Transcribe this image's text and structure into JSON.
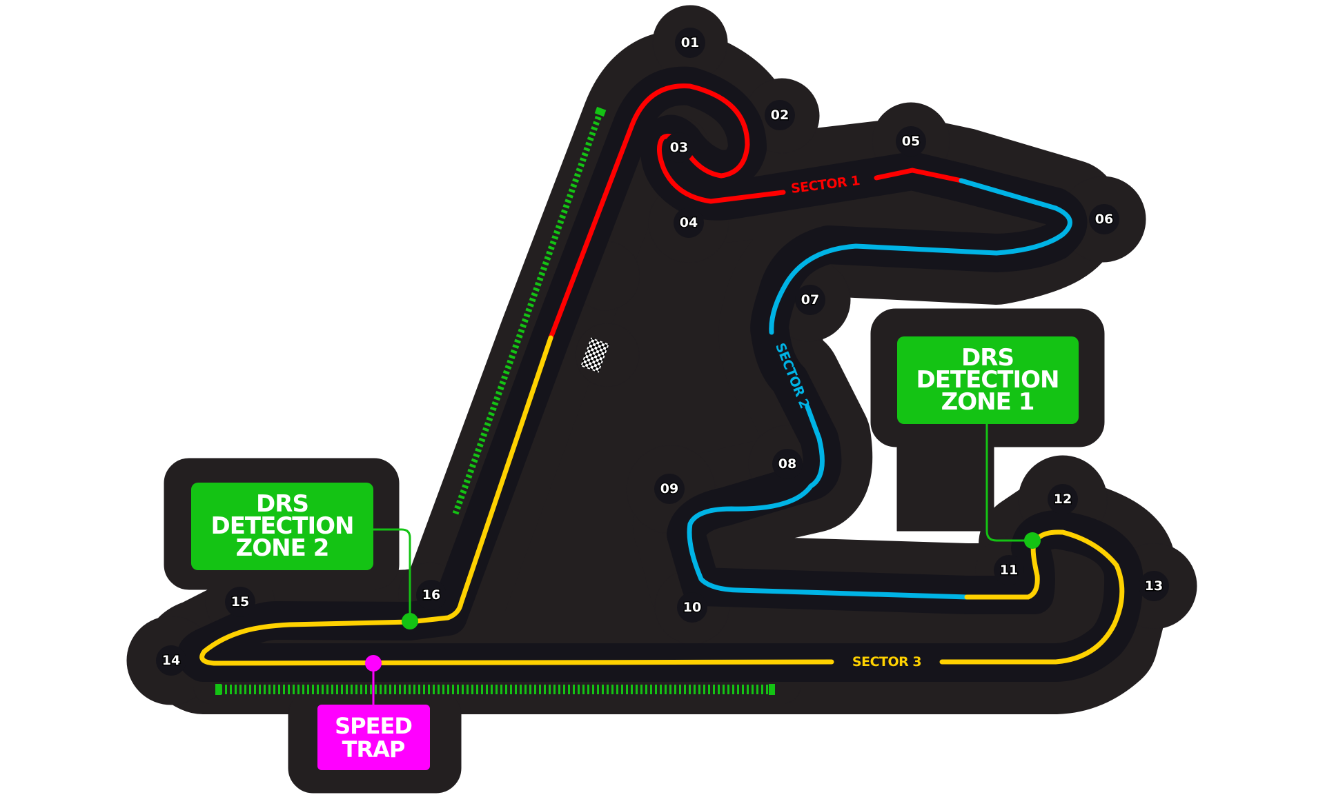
{
  "map": {
    "type": "circuit-layout",
    "colors": {
      "background": "#ffffff",
      "outline": "#231f20",
      "track_band": "#15141b",
      "sector1": "#ff0000",
      "sector2": "#00b4e6",
      "sector3": "#ffd200",
      "drs": "#14c314",
      "speed_trap": "#ff00ff",
      "turn_text": "#ffffff"
    },
    "sectors": [
      {
        "id": "sector1",
        "label": "SECTOR 1",
        "color": "#ff0000"
      },
      {
        "id": "sector2",
        "label": "SECTOR 2",
        "color": "#00b4e6"
      },
      {
        "id": "sector3",
        "label": "SECTOR 3",
        "color": "#ffd200"
      }
    ],
    "turns": [
      {
        "number": "01"
      },
      {
        "number": "02"
      },
      {
        "number": "03"
      },
      {
        "number": "04"
      },
      {
        "number": "05"
      },
      {
        "number": "06"
      },
      {
        "number": "07"
      },
      {
        "number": "08"
      },
      {
        "number": "09"
      },
      {
        "number": "10"
      },
      {
        "number": "11"
      },
      {
        "number": "12"
      },
      {
        "number": "13"
      },
      {
        "number": "14"
      },
      {
        "number": "15"
      },
      {
        "number": "16"
      }
    ],
    "drs_zone_1": {
      "line1": "DRS",
      "line2": "DETECTION",
      "line3": "ZONE 1"
    },
    "drs_zone_2": {
      "line1": "DRS",
      "line2": "DETECTION",
      "line3": "ZONE 2"
    },
    "speed_trap": {
      "line1": "SPEED",
      "line2": "TRAP"
    },
    "icons": {
      "start_finish": "checkered-flag-icon",
      "drs_activation": "drs-zone-stripes"
    }
  }
}
